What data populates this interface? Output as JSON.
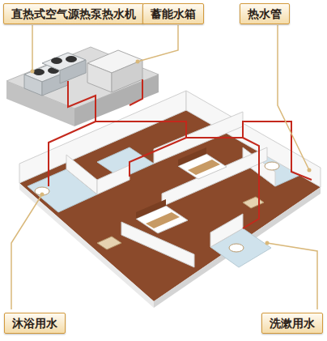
{
  "diagram": {
    "nodes": [
      {
        "text": [
          "直热式空气源热泵热水机"
        ]
      },
      {
        "text": [
          "蓄能水箱"
        ]
      },
      {
        "text": [
          "热水管"
        ]
      },
      {
        "text": [
          "沐浴用水"
        ]
      },
      {
        "text": [
          "洗漱用水"
        ]
      }
    ]
  }
}
